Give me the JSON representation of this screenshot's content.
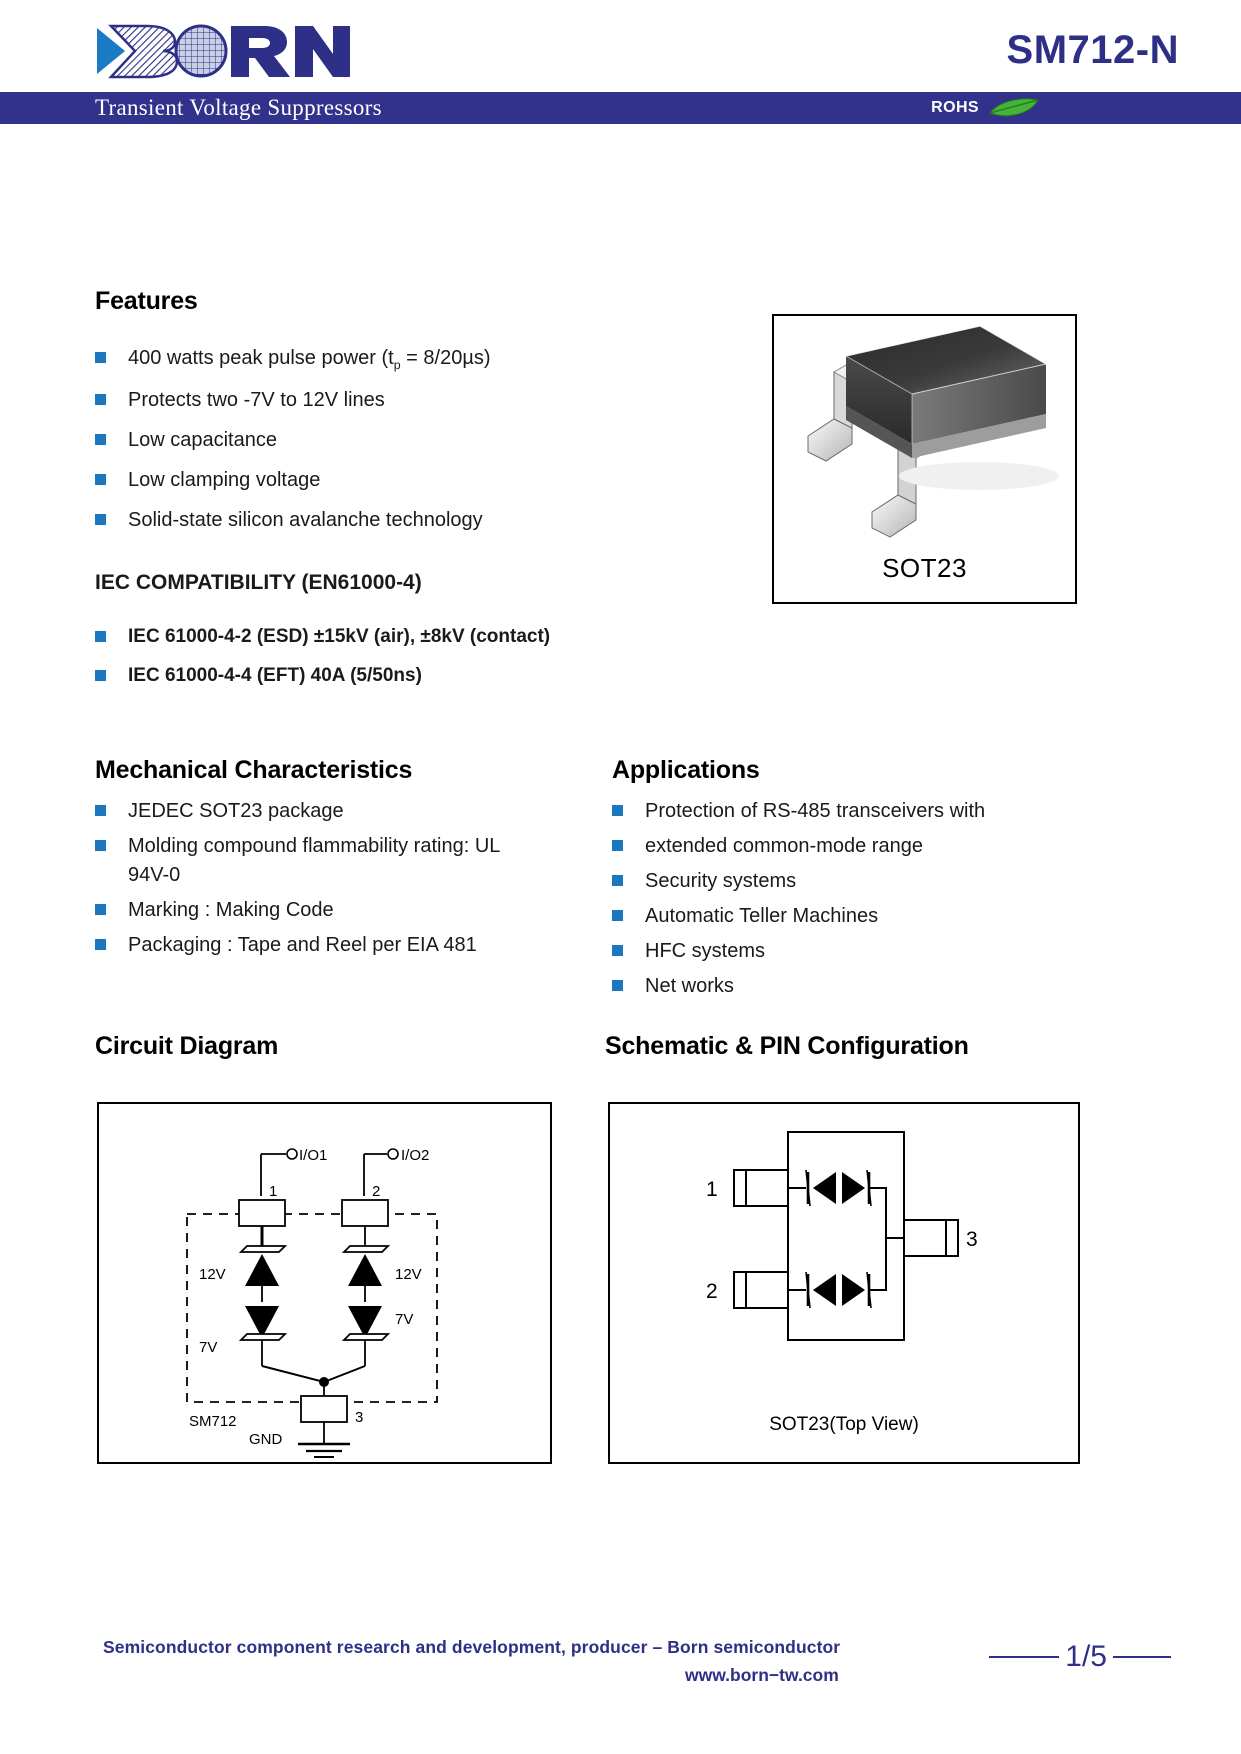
{
  "header": {
    "logo_text": "BORN",
    "part_number": "SM712-N",
    "banner_title": "Transient Voltage Suppressors",
    "rohs_label": "ROHS",
    "rohs_icon": "leaf-icon"
  },
  "features": {
    "title": "Features",
    "items": [
      "400 watts peak pulse power (tp = 8/20µs)",
      "Protects two    -7V to 12V lines",
      "Low capacitance",
      "Low clamping voltage",
      "Solid-state silicon avalanche technology"
    ],
    "item0_pre": "400 watts peak pulse power (t",
    "item0_sub": "p",
    "item0_post": " = 8/20µs)"
  },
  "iec": {
    "title": "IEC COMPATIBILITY (EN61000-4)",
    "items": [
      "IEC 61000-4-2 (ESD) ±15kV (air), ±8kV (contact)",
      "IEC 61000-4-4 (EFT) 40A (5/50ns)"
    ]
  },
  "package_figure": {
    "label": "SOT23",
    "icon": "sot23-package-3d-icon"
  },
  "mechanical": {
    "title": "Mechanical Characteristics",
    "items": [
      "JEDEC SOT23 package",
      "Molding compound flammability rating: UL 94V-0",
      "Marking : Making Code",
      "Packaging : Tape and Reel per EIA 481"
    ]
  },
  "applications": {
    "title": "Applications",
    "items": [
      "Protection of RS-485 transceivers with",
      "extended common-mode range",
      "Security systems",
      "Automatic Teller Machines",
      "HFC systems",
      "Net works"
    ]
  },
  "circuit_diagram": {
    "title": "Circuit Diagram",
    "labels": {
      "io1": "I/O1",
      "io2": "I/O2",
      "pin1": "1",
      "pin2": "2",
      "pin3": "3",
      "left_top_v": "12V",
      "left_bottom_v": "7V",
      "right_top_v": "12V",
      "right_bottom_v": "7V",
      "part": "SM712",
      "gnd": "GND"
    }
  },
  "schematic": {
    "title": "Schematic & PIN Configuration",
    "caption": "SOT23(Top View)",
    "pins": {
      "pin1": "1",
      "pin2": "2",
      "pin3": "3"
    }
  },
  "footer": {
    "line1": "Semiconductor component research and development, producer – Born semiconductor",
    "website": "www.born−tw.com",
    "page": "1/5"
  },
  "colors": {
    "brand_blue": "#2e2f86",
    "banner_blue": "#32328c",
    "bullet_blue": "#1b78bf",
    "logo_blue": "#1b7ac4"
  }
}
